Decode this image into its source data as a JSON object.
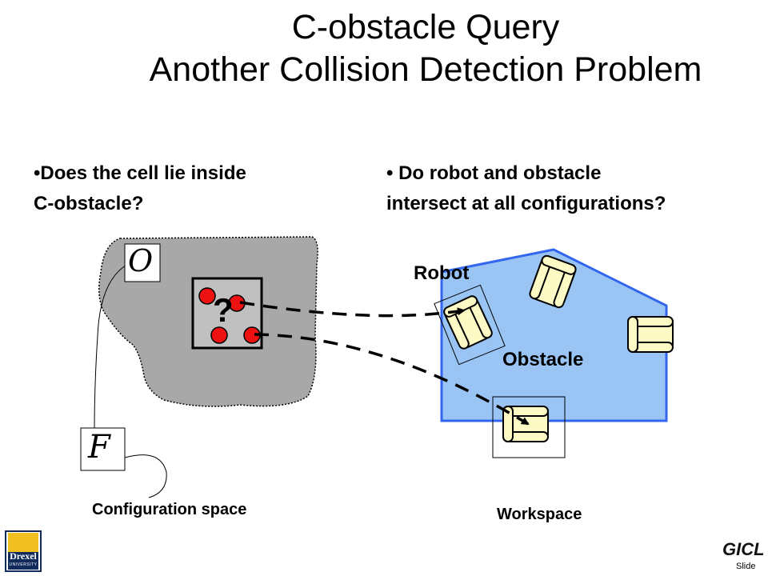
{
  "title": {
    "line1": "C-obstacle Query",
    "line2": "Another Collision Detection Problem"
  },
  "left_bullet": {
    "line1": "•Does the cell lie inside",
    "line2": "C-obstacle?"
  },
  "right_bullet": {
    "line1": "• Do robot and obstacle",
    "line2": "intersect at all configurations?"
  },
  "labels": {
    "obstacle_symbol": "O",
    "free_space_symbol": "F",
    "query_mark": "?",
    "robot": "Robot",
    "obstacle": "Obstacle",
    "config_space": "Configuration space",
    "workspace": "Workspace",
    "footer_slide": "Slide"
  },
  "logos": {
    "drexel": "Drexel",
    "drexel_sub": "UNIVERSITY",
    "gicl": "GICL"
  },
  "colors": {
    "c_obstacle_fill": "#a8a8a8",
    "query_cell_fill": "#c0c0c0",
    "sample_dot": "#ee1111",
    "workspace_fill": "#99c4f4",
    "workspace_stroke": "#3366ee",
    "chair_fill": "#fefac6"
  }
}
